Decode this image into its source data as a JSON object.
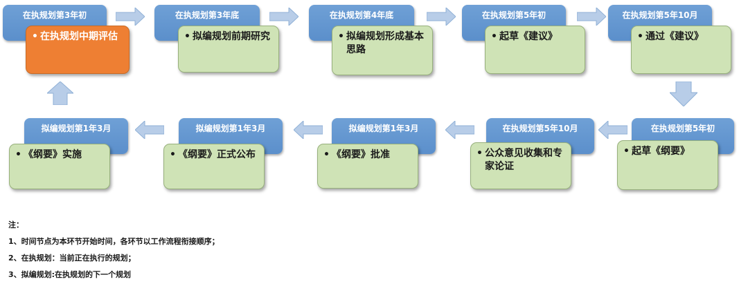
{
  "colors": {
    "header_blue": "#5b8fcb",
    "card_green": "#cfe3b6",
    "card_orange": "#ee7f33",
    "arrow_blue": "#b8cde8"
  },
  "bullet": "•",
  "steps": [
    {
      "time": "在执规划第3年初",
      "text": "在执规划中期评估"
    },
    {
      "time": "在执规划第3年底",
      "text": "拟编规划前期研究"
    },
    {
      "time": "在执规划第4年底",
      "text": "拟编规划形成基本思路"
    },
    {
      "time": "在执规划第5年初",
      "text": "起草《建议》"
    },
    {
      "time": "在执规划第5年10月",
      "text": "通过《建议》"
    },
    {
      "time": "在执规划第5年初",
      "text": "起草《纲要》"
    },
    {
      "time": "在执规划第5年10月",
      "text": "公众意见收集和专家论证"
    },
    {
      "time": "拟编规划第1年3月",
      "text": "《纲要》批准"
    },
    {
      "time": "拟编规划第1年3月",
      "text": "《纲要》正式公布"
    },
    {
      "time": "拟编规划第1年3月",
      "text": "《纲要》实施"
    }
  ],
  "notes": {
    "title": "注：",
    "items": [
      "1、时间节点为本环节开始时间，各环节以工作流程衔接顺序；",
      "2、在执规划：当前正在执行的规划；",
      "3、拟编规划:在执规划的下一个规划"
    ]
  }
}
